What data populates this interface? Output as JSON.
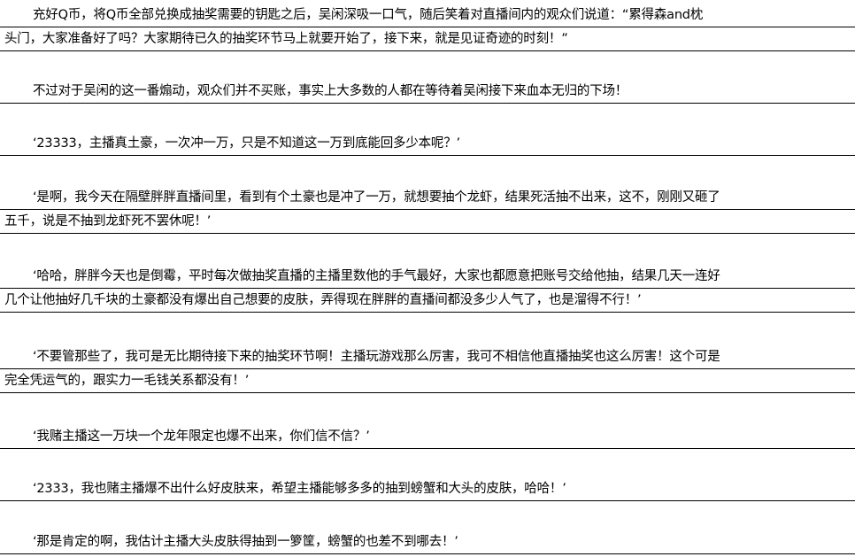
{
  "paragraphs": [
    {
      "lines": [
        "充好Q币，将Q币全部兑换成抽奖需要的钥匙之后，吴闲深吸一口气，随后笑着对直播间内的观众们说道：“累得森and枕",
        "头门，大家准备好了吗？大家期待已久的抽奖环节马上就要开始了，接下来，就是见证奇迹的时刻！”"
      ]
    },
    {
      "lines": [
        "不过对于吴闲的这一番煽动，观众们并不买账，事实上大多数的人都在等待着吴闲接下来血本无归的下场！"
      ]
    },
    {
      "lines": [
        "‘23333，主播真土豪，一次冲一万，只是不知道这一万到底能回多少本呢？’"
      ]
    },
    {
      "lines": [
        "‘是啊，我今天在隔壁胖胖直播间里，看到有个土豪也是冲了一万，就想要抽个龙虾，结果死活抽不出来，这不，刚刚又砸了",
        "五千，说是不抽到龙虾死不罢休呢！’"
      ]
    },
    {
      "lines": [
        "‘哈哈，胖胖今天也是倒霉，平时每次做抽奖直播的主播里数他的手气最好，大家也都愿意把账号交给他抽，结果几天一连好",
        "几个让他抽好几千块的土豪都没有爆出自己想要的皮肤，弄得现在胖胖的直播间都没多少人气了，也是溜得不行！’"
      ]
    },
    {
      "lines": [
        "‘不要管那些了，我可是无比期待接下来的抽奖环节啊！主播玩游戏那么厉害，我可不相信他直播抽奖也这么厉害！这个可是",
        "完全凭运气的，跟实力一毛钱关系都没有！’"
      ]
    },
    {
      "lines": [
        "‘我赌主播这一万块一个龙年限定也爆不出来，你们信不信？’"
      ]
    },
    {
      "lines": [
        "‘2333，我也赌主播爆不出什么好皮肤来，希望主播能够多多的抽到螃蟹和大头的皮肤，哈哈！’"
      ]
    },
    {
      "lines": [
        "‘那是肯定的啊，我估计主播大头皮肤得抽到一箩筐，螃蟹的也差不到哪去！’"
      ]
    }
  ]
}
